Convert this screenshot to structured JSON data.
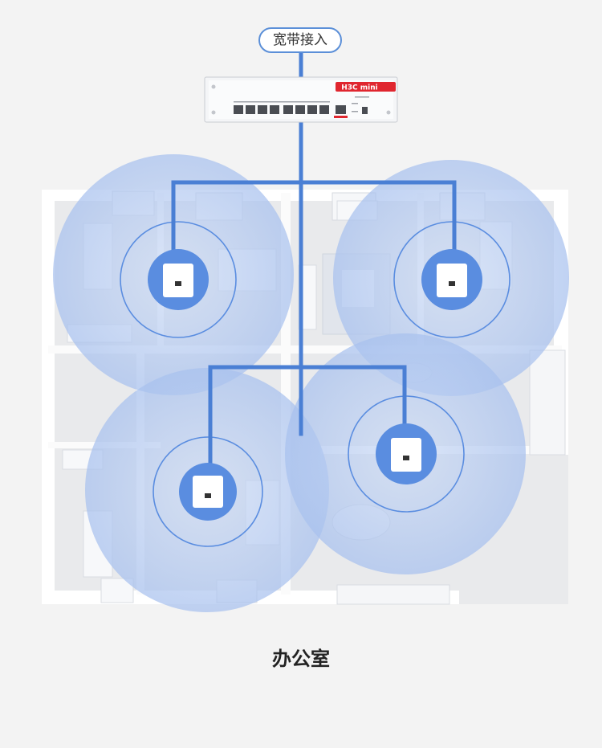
{
  "diagram": {
    "source_label": "宽带接入",
    "router_brand": "H3C mini",
    "caption": "办公室",
    "access_points": [
      "ap-top-left",
      "ap-top-right",
      "ap-bottom-left",
      "ap-bottom-right"
    ],
    "colors": {
      "link": "#4a7fd4",
      "coverage": "#a9c2ee",
      "ap_plate": "#5a8de0",
      "brand_red": "#e0262f"
    }
  }
}
